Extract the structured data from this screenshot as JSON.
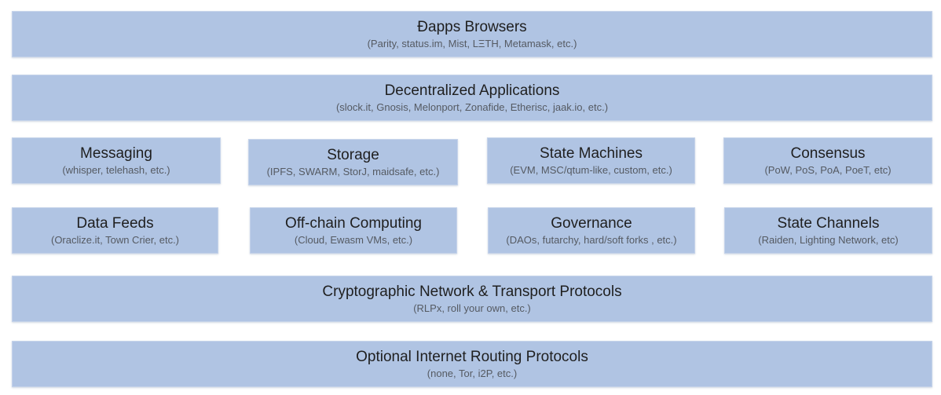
{
  "layers": {
    "dapps_browsers": {
      "title": "Đapps Browsers",
      "subtitle": "(Parity, status.im, Mist, LΞTH, Metamask, etc.)"
    },
    "decentralized_applications": {
      "title": "Decentralized Applications",
      "subtitle": "(slock.it, Gnosis, Melonport, Zonafide, Etherisc, jaak.io, etc.)"
    },
    "row1": [
      {
        "title": "Messaging",
        "subtitle": "(whisper, telehash, etc.)"
      },
      {
        "title": "Storage",
        "subtitle": "(IPFS, SWARM, StorJ, maidsafe, etc.)"
      },
      {
        "title": "State Machines",
        "subtitle": "(EVM, MSC/qtum-like, custom, etc.)"
      },
      {
        "title": "Consensus",
        "subtitle": "(PoW, PoS, PoA, PoeT, etc)"
      }
    ],
    "row2": [
      {
        "title": "Data Feeds",
        "subtitle": "(Oraclize.it, Town Crier, etc.)"
      },
      {
        "title": "Off-chain Computing",
        "subtitle": "(Cloud, Ewasm VMs, etc.)"
      },
      {
        "title": "Governance",
        "subtitle": "(DAOs, futarchy, hard/soft forks , etc.)"
      },
      {
        "title": "State Channels",
        "subtitle": "(Raiden, Lighting Network, etc)"
      }
    ],
    "crypto_network": {
      "title": "Cryptographic Network & Transport Protocols",
      "subtitle": "(RLPx, roll your own, etc.)"
    },
    "internet_routing": {
      "title": "Optional Internet Routing Protocols",
      "subtitle": "(none, Tor, i2P, etc.)"
    }
  }
}
